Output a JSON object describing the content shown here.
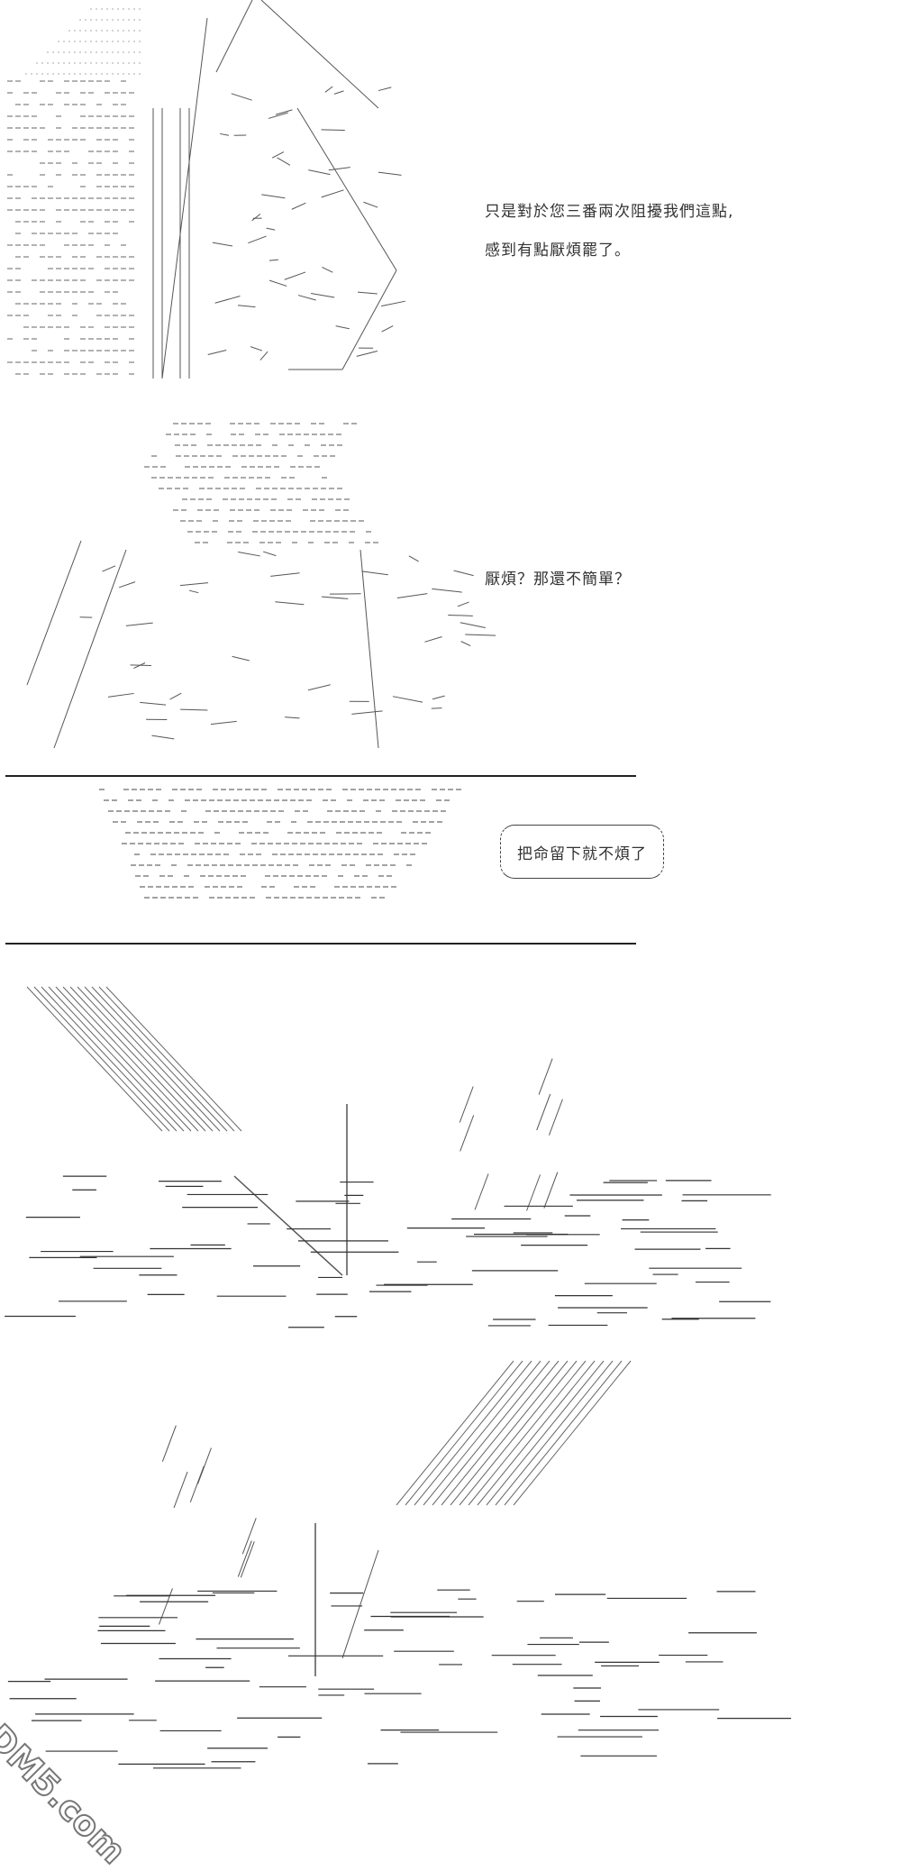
{
  "panels": [
    {
      "dialog": [
        "只是對於您三番兩次阻擾我們這點,",
        "感到有點厭煩罷了。"
      ]
    },
    {
      "dialog": [
        "厭煩？那還不簡單？"
      ]
    },
    {
      "bubble": "把命留下就不煩了"
    },
    {},
    {}
  ],
  "watermark": "DM5.com",
  "colors": {
    "ink": "#222222",
    "background": "#ffffff"
  }
}
